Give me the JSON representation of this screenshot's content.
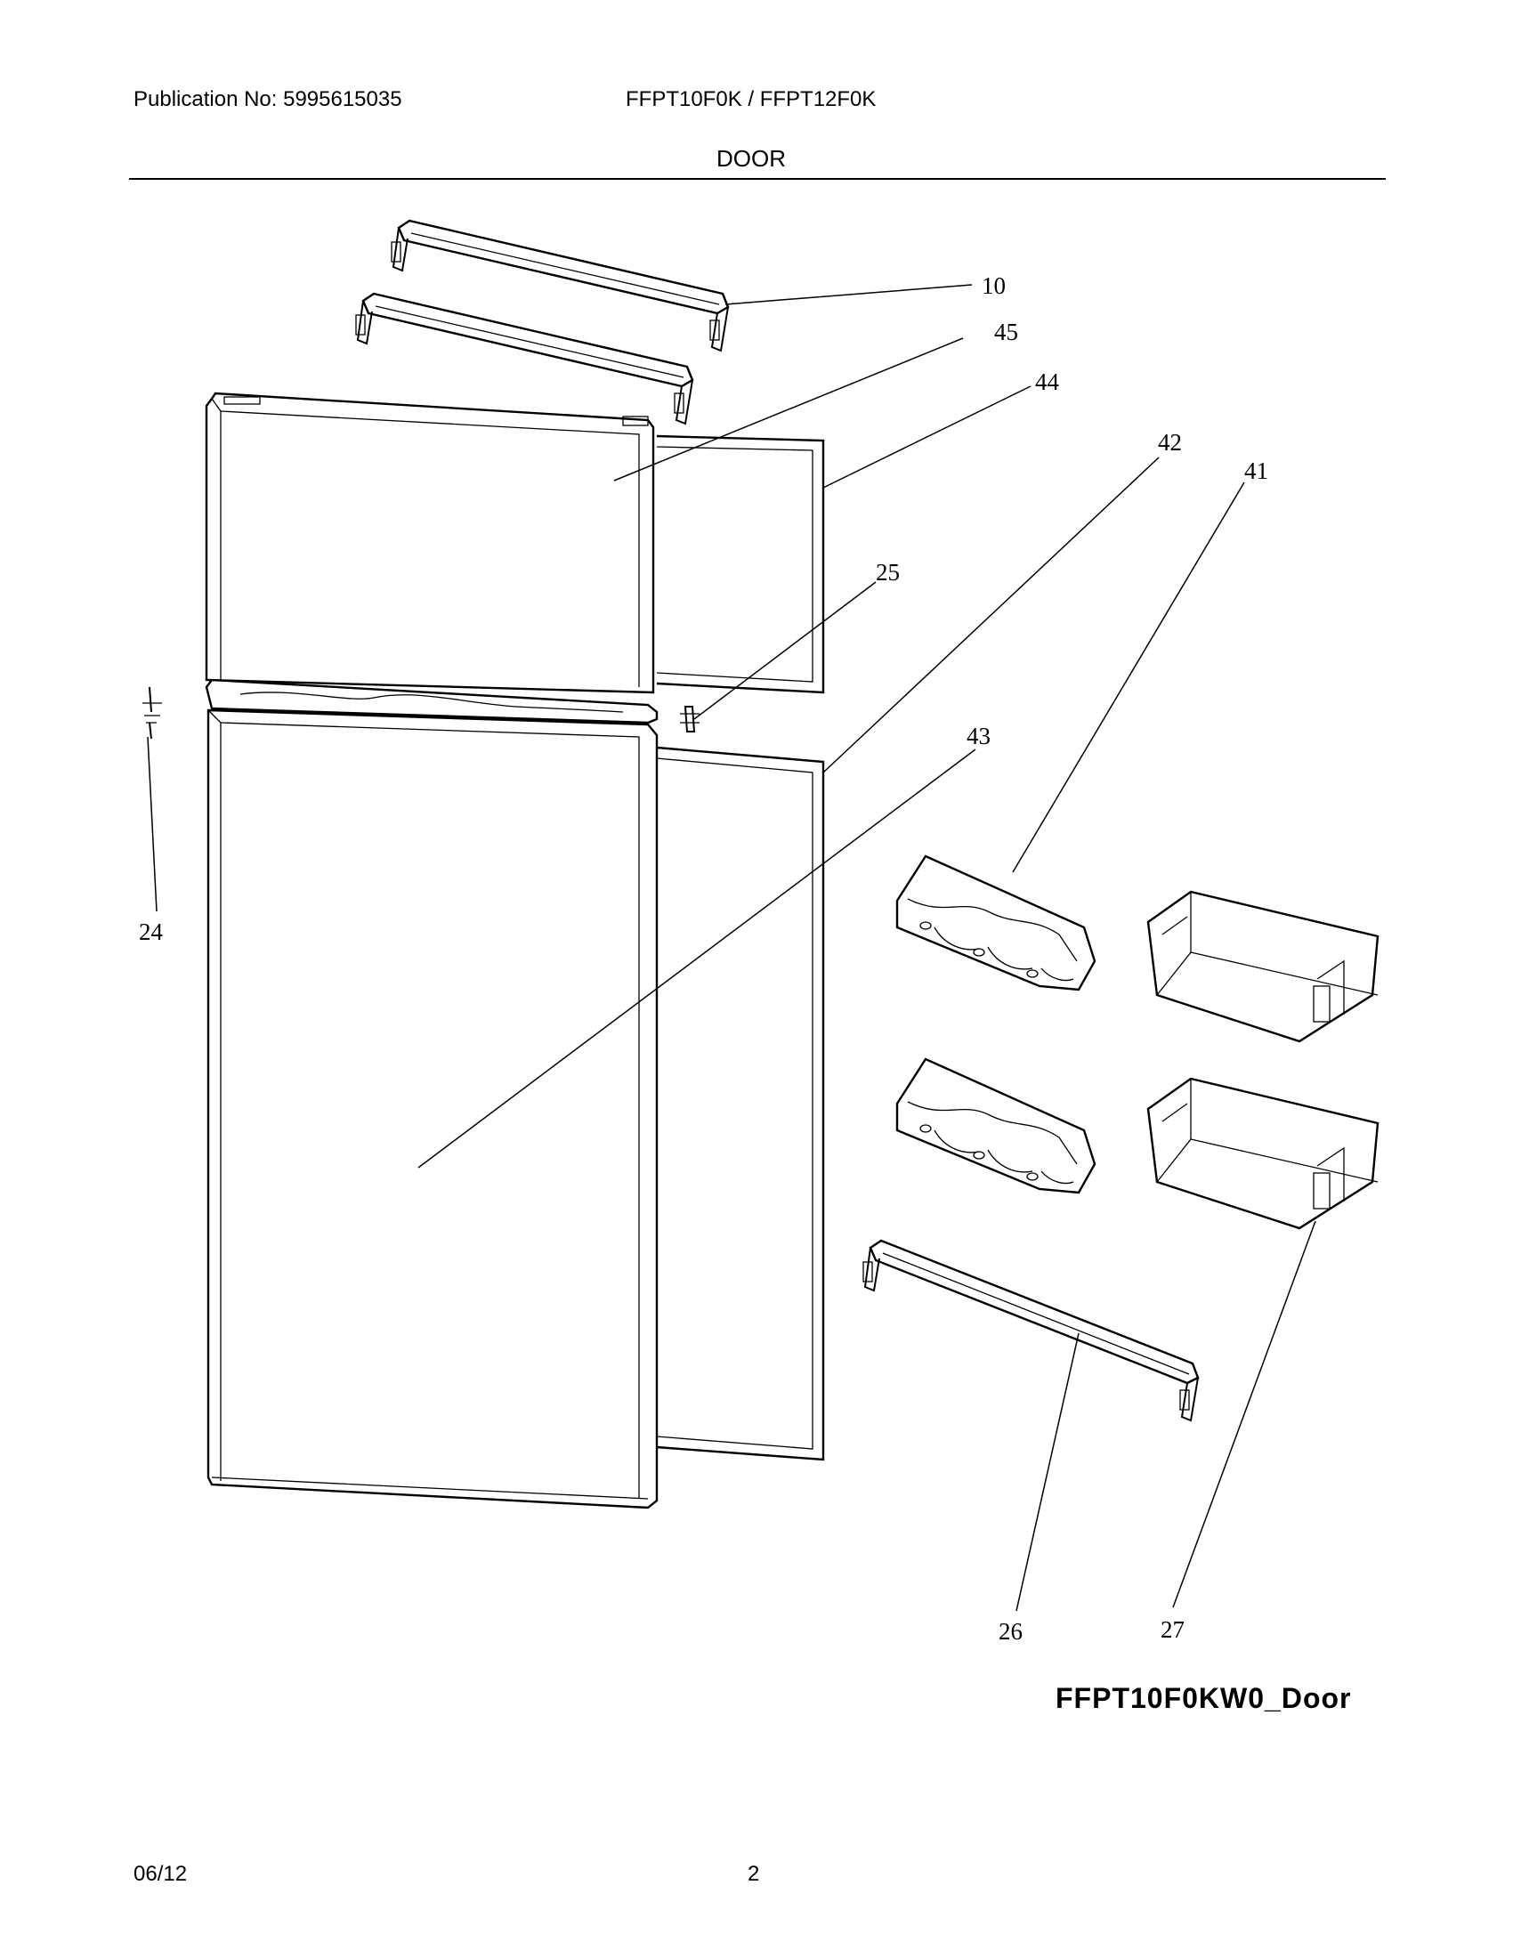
{
  "header": {
    "publication": "Publication No: 5995615035",
    "models": "FFPT10F0K / FFPT12F0K",
    "section_title": "DOOR"
  },
  "callouts": {
    "p10": "10",
    "p45": "45",
    "p44": "44",
    "p42": "42",
    "p41": "41",
    "p25": "25",
    "p43": "43",
    "p24": "24",
    "p26": "26",
    "p27": "27"
  },
  "drawing_name": "FFPT10F0KW0_Door",
  "footer": {
    "date": "06/12",
    "page": "2"
  }
}
